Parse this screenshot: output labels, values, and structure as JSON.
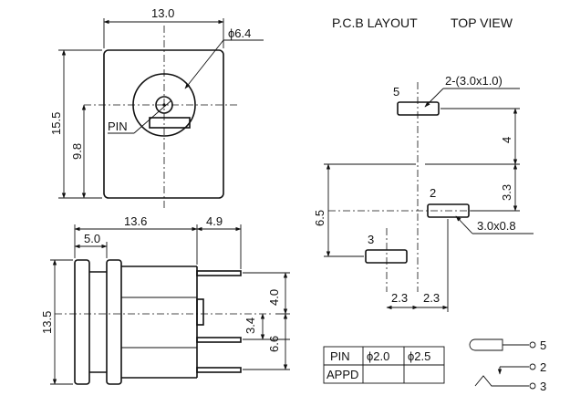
{
  "header": {
    "pcb_layout": "P.C.B LAYOUT",
    "top_view": "TOP VIEW"
  },
  "top_view": {
    "width": "13.0",
    "hole_dia": "ϕ6.4",
    "height": "15.5",
    "center_height": "9.8",
    "pin_label": "PIN"
  },
  "side_view": {
    "length": "13.6",
    "pin_ext": "4.9",
    "front": "5.0",
    "height": "13.5",
    "pin_gap_top": "4.0",
    "pin_gap_mid": "3.4",
    "pin_gap_total": "6.6"
  },
  "pcb": {
    "slot_count": "2-(3.0x1.0)",
    "pin5": "5",
    "pin2": "2",
    "pin3": "3",
    "vert_4": "4",
    "vert_33": "3.3",
    "vert_65": "6.5",
    "slot_size": "3.0x0.8",
    "horiz_a": "2.3",
    "horiz_b": "2.3"
  },
  "table": {
    "rows": [
      [
        "PIN",
        "ϕ2.0",
        "ϕ2.5"
      ],
      [
        "APPD",
        "",
        ""
      ]
    ]
  },
  "schematic": {
    "pin5": "5",
    "pin2": "2",
    "pin3": "3"
  }
}
